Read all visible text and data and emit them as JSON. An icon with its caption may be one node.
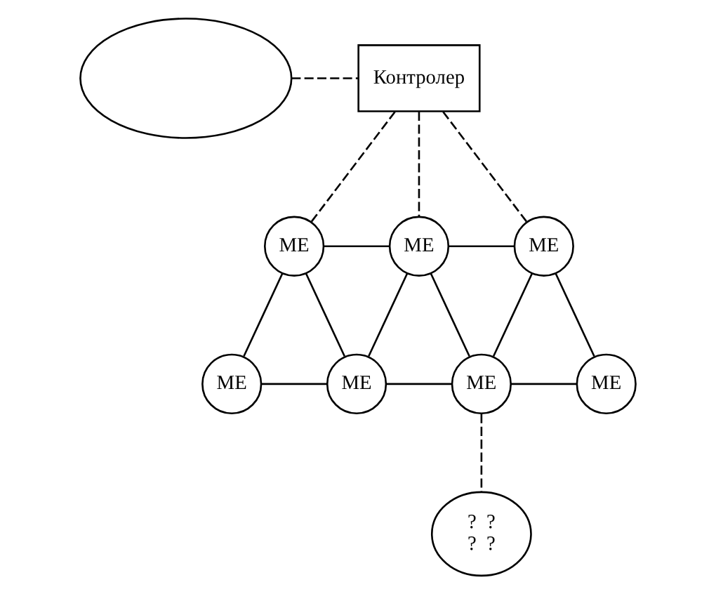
{
  "diagram": {
    "nodes": [
      {
        "text": [],
        "shape": "cloud"
      },
      {
        "text": [
          "Контролер"
        ]
      },
      {
        "text": [
          "ME"
        ]
      },
      {
        "text": [
          "ME"
        ]
      },
      {
        "text": [
          "ME"
        ]
      },
      {
        "text": [
          "ME"
        ]
      },
      {
        "text": [
          "ME"
        ]
      },
      {
        "text": [
          "ME"
        ]
      },
      {
        "text": [
          "ME"
        ]
      },
      {
        "text": [
          "?",
          "?",
          "?",
          "?"
        ]
      }
    ],
    "edges": [
      {
        "from": 1,
        "to": 2,
        "arrow": "none",
        "style": "dashed"
      },
      {
        "from": 1,
        "to": 3,
        "arrow": "none",
        "style": "dashed"
      },
      {
        "from": 1,
        "to": 4,
        "arrow": "none",
        "style": "dashed"
      },
      {
        "from": 2,
        "to": 3,
        "arrow": "none"
      },
      {
        "from": 3,
        "to": 4,
        "arrow": "none"
      },
      {
        "from": 5,
        "to": 2,
        "arrow": "none"
      },
      {
        "from": 2,
        "to": 6,
        "arrow": "none"
      },
      {
        "from": 6,
        "to": 3,
        "arrow": "none"
      },
      {
        "from": 3,
        "to": 7,
        "arrow": "none"
      },
      {
        "from": 7,
        "to": 4,
        "arrow": "none"
      },
      {
        "from": 4,
        "to": 8,
        "arrow": "none"
      },
      {
        "from": 5,
        "to": 6,
        "arrow": "none"
      },
      {
        "from": 6,
        "to": 7,
        "arrow": "none"
      },
      {
        "from": 7,
        "to": 8,
        "arrow": "none"
      },
      {
        "from": 0,
        "to": 1,
        "arrow": "none",
        "style": "dashed"
      },
      {
        "from": 7,
        "to": 9,
        "arrow": "none",
        "style": "dashed"
      }
    ]
  }
}
